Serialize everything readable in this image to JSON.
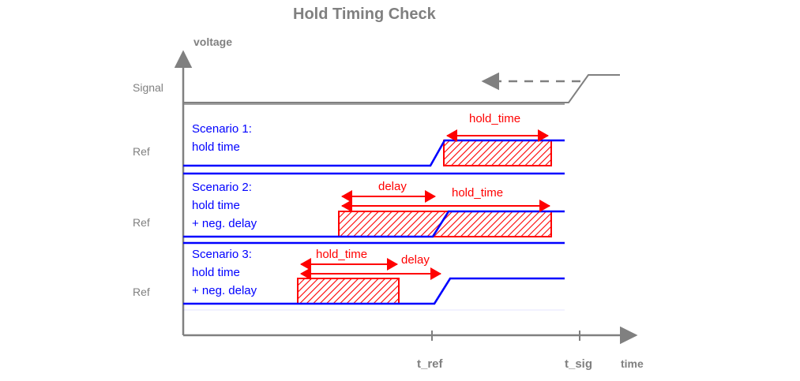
{
  "title": "Hold Timing Check",
  "axes": {
    "y_label": "voltage",
    "x_label": "time",
    "x_ticks": [
      {
        "label": "t_ref",
        "x": 547
      },
      {
        "label": "t_sig",
        "x": 734
      }
    ]
  },
  "colors": {
    "gray": "#808080",
    "blue": "#0000ff",
    "red": "#ff0000",
    "hatch_fill": "#ff0000",
    "background": "#ffffff"
  },
  "rows": [
    {
      "side_label": "Signal",
      "kind": "signal",
      "annotation": "dashed-left-arrow"
    },
    {
      "side_label": "Ref",
      "title": "Scenario 1:",
      "desc_line1": "hold time",
      "desc_line2": "",
      "measures": [
        {
          "name": "hold_time",
          "label": "hold_time"
        }
      ]
    },
    {
      "side_label": "Ref",
      "title": "Scenario 2:",
      "desc_line1": "hold time",
      "desc_line2": "+ neg. delay",
      "measures": [
        {
          "name": "delay",
          "label": "delay"
        },
        {
          "name": "hold_time",
          "label": "hold_time"
        }
      ]
    },
    {
      "side_label": "Ref",
      "title": "Scenario 3:",
      "desc_line1": "hold time",
      "desc_line2": "+ neg. delay",
      "measures": [
        {
          "name": "hold_time",
          "label": "hold_time"
        },
        {
          "name": "delay",
          "label": "delay"
        }
      ]
    }
  ]
}
